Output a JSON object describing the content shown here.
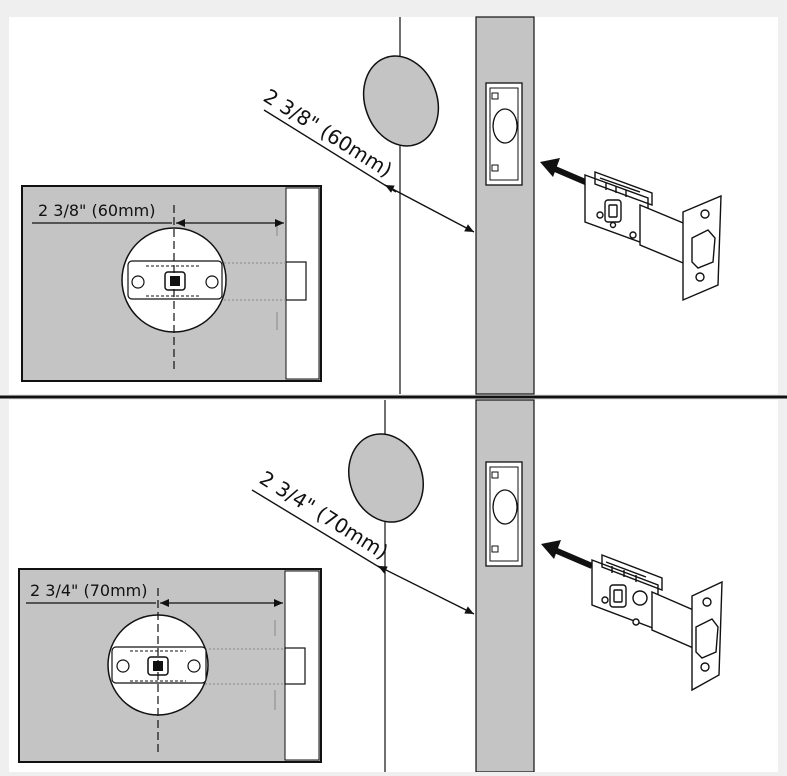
{
  "panels": [
    {
      "id": "top",
      "inset_label": "2 3/8\" (60mm)",
      "diagonal_label": "2 3/8\" (60mm)"
    },
    {
      "id": "bottom",
      "inset_label": "2 3/4\" (70mm)",
      "diagonal_label": "2 3/4\" (70mm)"
    }
  ],
  "colors": {
    "background": "#efefef",
    "panel": "#ffffff",
    "door_gray": "#c4c4c4",
    "line": "#111111"
  },
  "icons": [
    "bore-hole",
    "latch-plate",
    "latch-assembly",
    "insert-arrow",
    "measure-arrow",
    "rose-plate"
  ]
}
